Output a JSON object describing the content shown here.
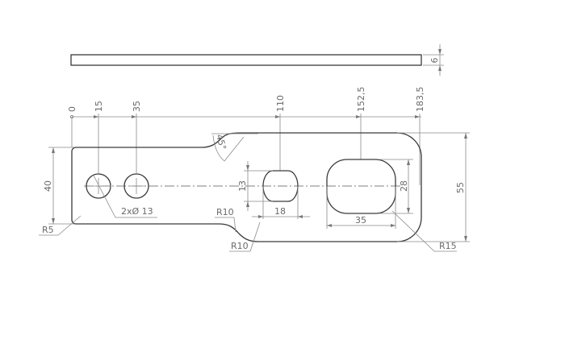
{
  "drawing": {
    "side_view": {
      "thickness_label": "6"
    },
    "ordinate_dims": {
      "x_labels": [
        "0",
        "15",
        "35",
        "110",
        "152,5",
        "183,5"
      ]
    },
    "dims": {
      "left_height": "40",
      "overall_height": "55",
      "slot_height": "13",
      "slot_width": "18",
      "pocket_height": "28",
      "pocket_width": "35",
      "chamfer_angle": "45°",
      "holes": "2xØ 13",
      "radius_corner_left": "R5",
      "radius_top": "R10",
      "radius_bottom": "R10",
      "radius_corner_right": "R15"
    }
  }
}
